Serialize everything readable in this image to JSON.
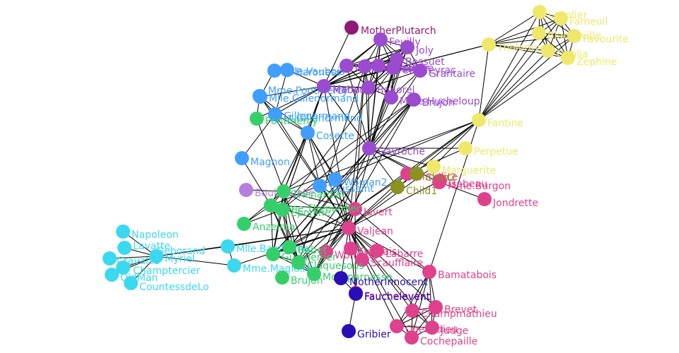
{
  "network": {
    "groups": {
      "1": "#3ad9f0",
      "2": "#3f9eff",
      "3": "#9b4bd0",
      "4": "#f0e86a",
      "5": "#e0418c",
      "6": "#35cf6a",
      "7": "#8b9220",
      "8": "#2a0fb8",
      "9": "#b57fe0",
      "10": "#8e1a78"
    },
    "nodes": [
      {
        "label": "Napoleon",
        "group": "1"
      },
      {
        "label": "Lavatte",
        "group": "1"
      },
      {
        "label": "Geborand",
        "group": "1"
      },
      {
        "label": "Myriel",
        "group": "1"
      },
      {
        "label": "Champtercier",
        "group": "1"
      },
      {
        "label": "OldMan",
        "group": "1"
      },
      {
        "label": "CountessdeLo",
        "group": "1"
      },
      {
        "label": "Cravatte",
        "group": "1"
      },
      {
        "label": "Mlle.Baptistine",
        "group": "1"
      },
      {
        "label": "Mme.Magloire",
        "group": "1"
      },
      {
        "label": "Mlle.Gillenormand",
        "group": "2"
      },
      {
        "label": "Mme.Pontmercy",
        "group": "2"
      },
      {
        "label": "Mlle.Vaubois",
        "group": "2"
      },
      {
        "label": "Baroness",
        "group": "2"
      },
      {
        "label": "Lt.Gillenormand",
        "group": "2"
      },
      {
        "label": "Gillenormand",
        "group": "2"
      },
      {
        "label": "Cosette",
        "group": "2"
      },
      {
        "label": "Magnon",
        "group": "2"
      },
      {
        "label": "Woman2",
        "group": "2"
      },
      {
        "label": "Toussaint",
        "group": "2"
      },
      {
        "label": "MotherPlutarch",
        "group": "10"
      },
      {
        "label": "Feuilly",
        "group": "3"
      },
      {
        "label": "Joly",
        "group": "3"
      },
      {
        "label": "Bossuet",
        "group": "3"
      },
      {
        "label": "Courfeyrac",
        "group": "3"
      },
      {
        "label": "Prouvaire",
        "group": "3"
      },
      {
        "label": "Enjolras",
        "group": "3"
      },
      {
        "label": "Combeferre",
        "group": "3"
      },
      {
        "label": "Grantaire",
        "group": "3"
      },
      {
        "label": "Mabeuf",
        "group": "3"
      },
      {
        "label": "Marius",
        "group": "3"
      },
      {
        "label": "Bahorel",
        "group": "3"
      },
      {
        "label": "Mme.Hucheloup",
        "group": "3"
      },
      {
        "label": "Brujon",
        "group": "3"
      },
      {
        "label": "Gavroche",
        "group": "3"
      },
      {
        "label": "Tholomyes",
        "group": "4"
      },
      {
        "label": "Blacheville",
        "group": "4"
      },
      {
        "label": "Fameuil",
        "group": "4"
      },
      {
        "label": "Listolier",
        "group": "4"
      },
      {
        "label": "Dahlia",
        "group": "4"
      },
      {
        "label": "Favourite",
        "group": "4"
      },
      {
        "label": "Fantine",
        "group": "4"
      },
      {
        "label": "Zephine",
        "group": "4"
      },
      {
        "label": "Perpetue",
        "group": "4"
      },
      {
        "label": "Marguerite",
        "group": "4"
      },
      {
        "label": "Simplice",
        "group": "5"
      },
      {
        "label": "Isabeau",
        "group": "5"
      },
      {
        "label": "Mme.Burgon",
        "group": "5"
      },
      {
        "label": "Jondrette",
        "group": "5"
      },
      {
        "label": "Javert",
        "group": "5"
      },
      {
        "label": "Valjean",
        "group": "5"
      },
      {
        "label": "Labarre",
        "group": "5"
      },
      {
        "label": "Scaufflaire",
        "group": "5"
      },
      {
        "label": "Gervais",
        "group": "5"
      },
      {
        "label": "Woman1",
        "group": "5"
      },
      {
        "label": "Fauchelevent",
        "group": "5"
      },
      {
        "label": "Bamatabois",
        "group": "5"
      },
      {
        "label": "Brevet",
        "group": "5"
      },
      {
        "label": "Champmathieu",
        "group": "5"
      },
      {
        "label": "Chenildieu",
        "group": "5"
      },
      {
        "label": "Judge",
        "group": "5"
      },
      {
        "label": "Cochepaille",
        "group": "5"
      },
      {
        "label": "Child1",
        "group": "7"
      },
      {
        "label": "Child2",
        "group": "7"
      },
      {
        "label": "Boulatruelle",
        "group": "9"
      },
      {
        "label": "Thenardier",
        "group": "6"
      },
      {
        "label": "Mme.Thenardier",
        "group": "6"
      },
      {
        "label": "Eponine",
        "group": "6"
      },
      {
        "label": "Pontmercy",
        "group": "6"
      },
      {
        "label": "Anzelma",
        "group": "6"
      },
      {
        "label": "Babet",
        "group": "6"
      },
      {
        "label": "Gueulemer",
        "group": "6"
      },
      {
        "label": "Claquesous",
        "group": "6"
      },
      {
        "label": "Montparnasse",
        "group": "6"
      },
      {
        "label": "Brujon",
        "group": "6"
      },
      {
        "label": "MotherInnocent",
        "group": "8"
      },
      {
        "label": "Gribier",
        "group": "8"
      },
      {
        "label": "Fauchelevent",
        "group": "8"
      }
    ],
    "links": [
      [
        "Napoleon",
        "Myriel"
      ],
      [
        "Lavatte",
        "Myriel"
      ],
      [
        "Geborand",
        "Myriel"
      ],
      [
        "Champtercier",
        "Myriel"
      ],
      [
        "Cravatte",
        "Myriel"
      ],
      [
        "CountessdeLo",
        "Myriel"
      ],
      [
        "OldMan",
        "Myriel"
      ],
      [
        "Mlle.Baptistine",
        "Myriel"
      ],
      [
        "Mme.Magloire",
        "Myriel"
      ],
      [
        "Mme.Magloire",
        "Mlle.Baptistine"
      ],
      [
        "Myriel",
        "Valjean"
      ],
      [
        "Mlle.Baptistine",
        "Valjean"
      ],
      [
        "Mme.Magloire",
        "Valjean"
      ],
      [
        "Labarre",
        "Valjean"
      ],
      [
        "Scaufflaire",
        "Valjean"
      ],
      [
        "Gervais",
        "Valjean"
      ],
      [
        "Woman1",
        "Valjean"
      ],
      [
        "Woman1",
        "Javert"
      ],
      [
        "Isabeau",
        "Valjean"
      ],
      [
        "Simplice",
        "Fantine"
      ],
      [
        "Simplice",
        "Javert"
      ],
      [
        "Simplice",
        "Valjean"
      ],
      [
        "Simplice",
        "Perpetue"
      ],
      [
        "Fantine",
        "Valjean"
      ],
      [
        "Fantine",
        "Javert"
      ],
      [
        "Fantine",
        "Marguerite"
      ],
      [
        "Fantine",
        "Tholomyes"
      ],
      [
        "Fantine",
        "Blacheville"
      ],
      [
        "Fantine",
        "Fameuil"
      ],
      [
        "Fantine",
        "Listolier"
      ],
      [
        "Fantine",
        "Favourite"
      ],
      [
        "Fantine",
        "Dahlia"
      ],
      [
        "Fantine",
        "Zephine"
      ],
      [
        "Fantine",
        "Thenardier"
      ],
      [
        "Fantine",
        "Mme.Thenardier"
      ],
      [
        "Fantine",
        "Bamatabois"
      ],
      [
        "Tholomyes",
        "Blacheville"
      ],
      [
        "Tholomyes",
        "Fameuil"
      ],
      [
        "Tholomyes",
        "Listolier"
      ],
      [
        "Tholomyes",
        "Favourite"
      ],
      [
        "Tholomyes",
        "Dahlia"
      ],
      [
        "Tholomyes",
        "Zephine"
      ],
      [
        "Tholomyes",
        "Marius"
      ],
      [
        "Blacheville",
        "Fameuil"
      ],
      [
        "Blacheville",
        "Listolier"
      ],
      [
        "Blacheville",
        "Favourite"
      ],
      [
        "Blacheville",
        "Dahlia"
      ],
      [
        "Blacheville",
        "Zephine"
      ],
      [
        "Fameuil",
        "Listolier"
      ],
      [
        "Fameuil",
        "Favourite"
      ],
      [
        "Fameuil",
        "Dahlia"
      ],
      [
        "Fameuil",
        "Zephine"
      ],
      [
        "Listolier",
        "Favourite"
      ],
      [
        "Listolier",
        "Dahlia"
      ],
      [
        "Listolier",
        "Zephine"
      ],
      [
        "Favourite",
        "Dahlia"
      ],
      [
        "Favourite",
        "Zephine"
      ],
      [
        "Dahlia",
        "Zephine"
      ],
      [
        "Marguerite",
        "Valjean"
      ],
      [
        "Mme.Thenardier",
        "Valjean"
      ],
      [
        "Thenardier",
        "Valjean"
      ],
      [
        "Thenardier",
        "Mme.Thenardier"
      ],
      [
        "Javert",
        "Valjean"
      ],
      [
        "Javert",
        "Thenardier"
      ],
      [
        "Javert",
        "Mme.Thenardier"
      ],
      [
        "Fauchelevent",
        "Valjean"
      ],
      [
        "Fauchelevent",
        "Javert"
      ],
      [
        "MotherInnocent",
        "Fauchelevent"
      ],
      [
        "MotherInnocent",
        "Valjean"
      ],
      [
        "Gribier",
        "Fauchelevent"
      ],
      [
        "Bamatabois",
        "Valjean"
      ],
      [
        "Bamatabois",
        "Javert"
      ],
      [
        "Bamatabois",
        "Champmathieu"
      ],
      [
        "Bamatabois",
        "Brevet"
      ],
      [
        "Bamatabois",
        "Chenildieu"
      ],
      [
        "Bamatabois",
        "Cochepaille"
      ],
      [
        "Bamatabois",
        "Judge"
      ],
      [
        "Champmathieu",
        "Valjean"
      ],
      [
        "Champmathieu",
        "Judge"
      ],
      [
        "Champmathieu",
        "Brevet"
      ],
      [
        "Champmathieu",
        "Chenildieu"
      ],
      [
        "Champmathieu",
        "Cochepaille"
      ],
      [
        "Brevet",
        "Judge"
      ],
      [
        "Brevet",
        "Chenildieu"
      ],
      [
        "Brevet",
        "Cochepaille"
      ],
      [
        "Brevet",
        "Valjean"
      ],
      [
        "Chenildieu",
        "Judge"
      ],
      [
        "Chenildieu",
        "Cochepaille"
      ],
      [
        "Chenildieu",
        "Valjean"
      ],
      [
        "Cochepaille",
        "Judge"
      ],
      [
        "Cochepaille",
        "Valjean"
      ],
      [
        "Judge",
        "Valjean"
      ],
      [
        "Pontmercy",
        "Thenardier"
      ],
      [
        "Boulatruelle",
        "Thenardier"
      ],
      [
        "Eponine",
        "Mme.Thenardier"
      ],
      [
        "Eponine",
        "Thenardier"
      ],
      [
        "Anzelma",
        "Eponine"
      ],
      [
        "Anzelma",
        "Thenardier"
      ],
      [
        "Anzelma",
        "Mme.Thenardier"
      ],
      [
        "Woman2",
        "Valjean"
      ],
      [
        "Woman2",
        "Cosette"
      ],
      [
        "Woman2",
        "Javert"
      ],
      [
        "Cosette",
        "Mme.Thenardier"
      ],
      [
        "Cosette",
        "Valjean"
      ],
      [
        "Cosette",
        "Javert"
      ],
      [
        "Cosette",
        "Thenardier"
      ],
      [
        "Gillenormand",
        "Cosette"
      ],
      [
        "Gillenormand",
        "Valjean"
      ],
      [
        "Magnon",
        "Gillenormand"
      ],
      [
        "Magnon",
        "Mme.Thenardier"
      ],
      [
        "Mlle.Gillenormand",
        "Gillenormand"
      ],
      [
        "Mlle.Gillenormand",
        "Cosette"
      ],
      [
        "Mlle.Gillenormand",
        "Valjean"
      ],
      [
        "Mme.Pontmercy",
        "Mlle.Gillenormand"
      ],
      [
        "Mme.Pontmercy",
        "Pontmercy"
      ],
      [
        "Mlle.Vaubois",
        "Mlle.Gillenormand"
      ],
      [
        "Lt.Gillenormand",
        "Mlle.Gillenormand"
      ],
      [
        "Lt.Gillenormand",
        "Gillenormand"
      ],
      [
        "Lt.Gillenormand",
        "Cosette"
      ],
      [
        "Marius",
        "Mlle.Gillenormand"
      ],
      [
        "Marius",
        "Gillenormand"
      ],
      [
        "Marius",
        "Pontmercy"
      ],
      [
        "Marius",
        "Lt.Gillenormand"
      ],
      [
        "Marius",
        "Cosette"
      ],
      [
        "Marius",
        "Valjean"
      ],
      [
        "Marius",
        "Tholomyes"
      ],
      [
        "Marius",
        "Thenardier"
      ],
      [
        "Marius",
        "Eponine"
      ],
      [
        "Marius",
        "Gavroche"
      ],
      [
        "Baroness",
        "Gillenormand"
      ],
      [
        "Baroness",
        "Marius"
      ],
      [
        "Mabeuf",
        "Marius"
      ],
      [
        "Mabeuf",
        "Eponine"
      ],
      [
        "Mabeuf",
        "Gavroche"
      ],
      [
        "Enjolras",
        "Marius"
      ],
      [
        "Enjolras",
        "Gavroche"
      ],
      [
        "Enjolras",
        "Javert"
      ],
      [
        "Enjolras",
        "Bossuet"
      ],
      [
        "Enjolras",
        "Valjean"
      ],
      [
        "Combeferre",
        "Enjolras"
      ],
      [
        "Combeferre",
        "Marius"
      ],
      [
        "Combeferre",
        "Gavroche"
      ],
      [
        "Combeferre",
        "Mabeuf"
      ],
      [
        "Prouvaire",
        "Gavroche"
      ],
      [
        "Prouvaire",
        "Enjolras"
      ],
      [
        "Prouvaire",
        "Combeferre"
      ],
      [
        "Feuilly",
        "Gavroche"
      ],
      [
        "Feuilly",
        "Prouvaire"
      ],
      [
        "Feuilly",
        "Enjolras"
      ],
      [
        "Feuilly",
        "Combeferre"
      ],
      [
        "Feuilly",
        "Mabeuf"
      ],
      [
        "Feuilly",
        "Marius"
      ],
      [
        "Courfeyrac",
        "Marius"
      ],
      [
        "Courfeyrac",
        "Enjolras"
      ],
      [
        "Courfeyrac",
        "Combeferre"
      ],
      [
        "Courfeyrac",
        "Gavroche"
      ],
      [
        "Courfeyrac",
        "Mabeuf"
      ],
      [
        "Courfeyrac",
        "Eponine"
      ],
      [
        "Courfeyrac",
        "Feuilly"
      ],
      [
        "Courfeyrac",
        "Prouvaire"
      ],
      [
        "Bahorel",
        "Combeferre"
      ],
      [
        "Bahorel",
        "Gavroche"
      ],
      [
        "Bahorel",
        "Courfeyrac"
      ],
      [
        "Bahorel",
        "Mabeuf"
      ],
      [
        "Bahorel",
        "Enjolras"
      ],
      [
        "Bahorel",
        "Feuilly"
      ],
      [
        "Bahorel",
        "Prouvaire"
      ],
      [
        "Bahorel",
        "Marius"
      ],
      [
        "Bossuet",
        "Marius"
      ],
      [
        "Bossuet",
        "Courfeyrac"
      ],
      [
        "Bossuet",
        "Gavroche"
      ],
      [
        "Bossuet",
        "Bahorel"
      ],
      [
        "Bossuet",
        "Combeferre"
      ],
      [
        "Bossuet",
        "Feuilly"
      ],
      [
        "Bossuet",
        "Prouvaire"
      ],
      [
        "Bossuet",
        "Mabeuf"
      ],
      [
        "Bossuet",
        "Valjean"
      ],
      [
        "Joly",
        "Bahorel"
      ],
      [
        "Joly",
        "Bossuet"
      ],
      [
        "Joly",
        "Gavroche"
      ],
      [
        "Joly",
        "Courfeyrac"
      ],
      [
        "Joly",
        "Enjolras"
      ],
      [
        "Joly",
        "Feuilly"
      ],
      [
        "Joly",
        "Prouvaire"
      ],
      [
        "Joly",
        "Combeferre"
      ],
      [
        "Joly",
        "Mabeuf"
      ],
      [
        "Joly",
        "Marius"
      ],
      [
        "Grantaire",
        "Bossuet"
      ],
      [
        "Grantaire",
        "Enjolras"
      ],
      [
        "Grantaire",
        "Combeferre"
      ],
      [
        "Grantaire",
        "Courfeyrac"
      ],
      [
        "Grantaire",
        "Joly"
      ],
      [
        "Grantaire",
        "Gavroche"
      ],
      [
        "Grantaire",
        "Bahorel"
      ],
      [
        "Grantaire",
        "Feuilly"
      ],
      [
        "Grantaire",
        "Prouvaire"
      ],
      [
        "MotherPlutarch",
        "Mabeuf"
      ],
      [
        "Gueulemer",
        "Thenardier"
      ],
      [
        "Gueulemer",
        "Valjean"
      ],
      [
        "Gueulemer",
        "Mme.Thenardier"
      ],
      [
        "Gueulemer",
        "Javert"
      ],
      [
        "Gueulemer",
        "Gavroche"
      ],
      [
        "Gueulemer",
        "Eponine"
      ],
      [
        "Babet",
        "Thenardier"
      ],
      [
        "Babet",
        "Gueulemer"
      ],
      [
        "Babet",
        "Valjean"
      ],
      [
        "Babet",
        "Mme.Thenardier"
      ],
      [
        "Babet",
        "Javert"
      ],
      [
        "Babet",
        "Gavroche"
      ],
      [
        "Babet",
        "Eponine"
      ],
      [
        "Claquesous",
        "Thenardier"
      ],
      [
        "Claquesous",
        "Babet"
      ],
      [
        "Claquesous",
        "Gueulemer"
      ],
      [
        "Claquesous",
        "Valjean"
      ],
      [
        "Claquesous",
        "Mme.Thenardier"
      ],
      [
        "Claquesous",
        "Javert"
      ],
      [
        "Claquesous",
        "Eponine"
      ],
      [
        "Claquesous",
        "Enjolras"
      ],
      [
        "Montparnasse",
        "Javert"
      ],
      [
        "Montparnasse",
        "Babet"
      ],
      [
        "Montparnasse",
        "Gueulemer"
      ],
      [
        "Montparnasse",
        "Claquesous"
      ],
      [
        "Montparnasse",
        "Valjean"
      ],
      [
        "Montparnasse",
        "Gavroche"
      ],
      [
        "Montparnasse",
        "Thenardier"
      ],
      [
        "Toussaint",
        "Cosette"
      ],
      [
        "Toussaint",
        "Javert"
      ],
      [
        "Toussaint",
        "Valjean"
      ],
      [
        "Child1",
        "Gavroche"
      ],
      [
        "Child2",
        "Gavroche"
      ],
      [
        "Child2",
        "Child1"
      ],
      [
        "Brujon",
        "Babet"
      ],
      [
        "Brujon",
        "Gueulemer"
      ],
      [
        "Brujon",
        "Thenardier"
      ],
      [
        "Brujon",
        "Gavroche"
      ],
      [
        "Brujon",
        "Eponine"
      ],
      [
        "Brujon",
        "Claquesous"
      ],
      [
        "Brujon",
        "Montparnasse"
      ],
      [
        "Mme.Hucheloup",
        "Bossuet"
      ],
      [
        "Mme.Hucheloup",
        "Joly"
      ],
      [
        "Mme.Hucheloup",
        "Grantaire"
      ],
      [
        "Mme.Hucheloup",
        "Bahorel"
      ],
      [
        "Mme.Hucheloup",
        "Courfeyrac"
      ],
      [
        "Mme.Hucheloup",
        "Gavroche"
      ],
      [
        "Mme.Hucheloup",
        "Enjolras"
      ],
      [
        "Jondrette",
        "Mme.Burgon"
      ],
      [
        "Mme.Burgon",
        "Gavroche"
      ],
      [
        "Marguerite",
        "Gavroche"
      ],
      [
        "Perpetue",
        "Gavroche"
      ]
    ]
  }
}
